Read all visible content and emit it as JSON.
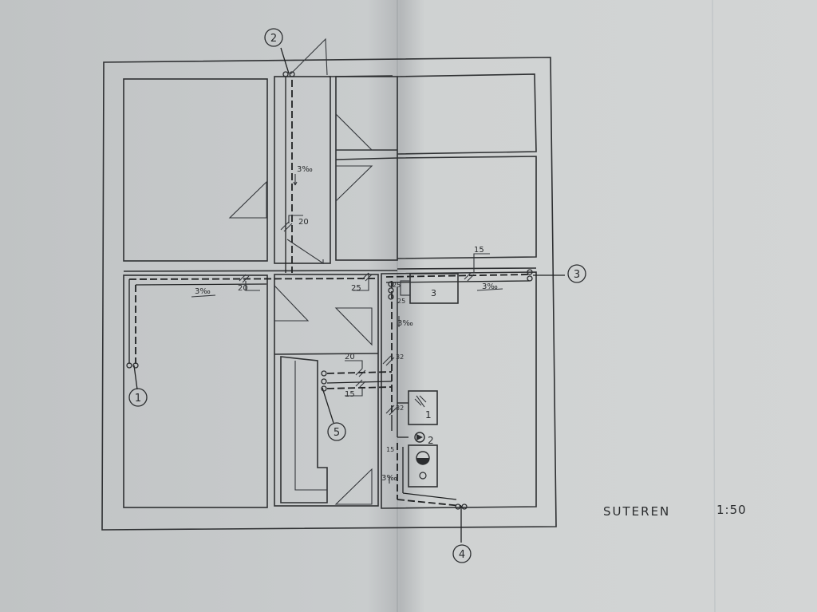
{
  "drawing": {
    "title": "SUTEREN",
    "scale": "1:50",
    "colors": {
      "paper": "#c7cacb",
      "paper_light": "#d4d6d6",
      "ink": "#2b2d2f"
    }
  },
  "markers": [
    {
      "id": "m1",
      "label": "1"
    },
    {
      "id": "m2",
      "label": "2"
    },
    {
      "id": "m3",
      "label": "3"
    },
    {
      "id": "m4",
      "label": "4"
    },
    {
      "id": "m5",
      "label": "5"
    }
  ],
  "annotations": {
    "slope_riser": "3‰",
    "slope_top_left": "3‰",
    "slope_top_right": "3‰",
    "slope_vertical_right": "3‰",
    "slope_bottom": "3‰",
    "dia_20_riser": "20",
    "dia_20_left": "20",
    "dia_25_mid": "25",
    "dia_15_top": "15",
    "dia_25_a": "25",
    "dia_25_b": "25",
    "dia_32": "32",
    "dia_20_branch": "20",
    "dia_15_branch": "15",
    "dia_32_lower": "32",
    "dia_15_lower": "15",
    "equip_3": "3",
    "equip_1": "1",
    "equip_2": "2"
  }
}
